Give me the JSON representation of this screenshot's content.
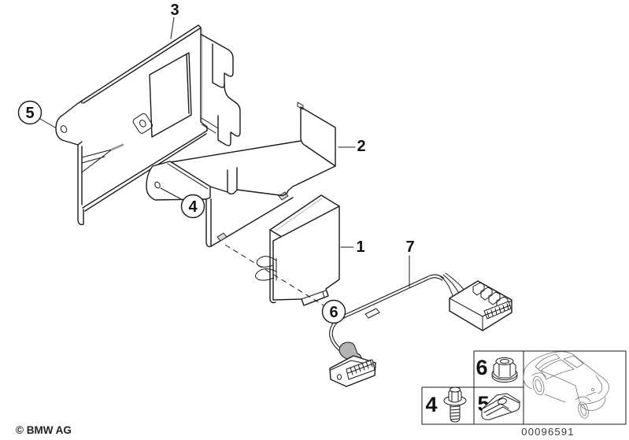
{
  "colors": {
    "background": "#ffffff",
    "line": "#1a1a1a",
    "sketch_gray": "#757575",
    "metal_gray": "#b4b4b4",
    "peg_gray": "#d7d7d7"
  },
  "callouts": {
    "n1": "1",
    "n2": "2",
    "n3": "3",
    "n4": "4",
    "n5": "5",
    "n6": "6",
    "n7": "7"
  },
  "hardware_box": {
    "nut": "6",
    "screw": "4",
    "clip": "5",
    "icons": [
      "nut-icon",
      "screw-icon",
      "clip-icon"
    ]
  },
  "footer": {
    "copyright": "© BMW AG",
    "part_number": "00096591"
  }
}
